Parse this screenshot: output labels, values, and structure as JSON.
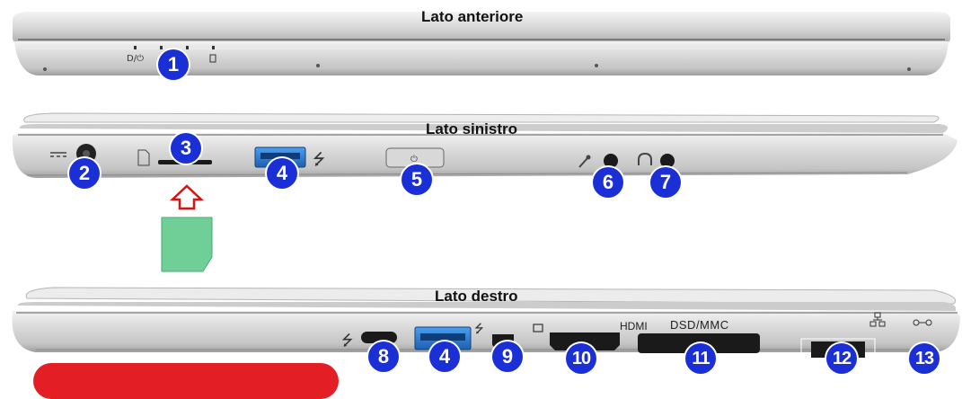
{
  "views": {
    "front": {
      "label": "Lato anteriore"
    },
    "left": {
      "label": "Lato sinistro"
    },
    "right": {
      "label": "Lato destro"
    }
  },
  "port_texts": {
    "hdmi": "HDMI",
    "card_reader": "DSD/MMC"
  },
  "callouts": {
    "c1": "1",
    "c2": "2",
    "c3": "3",
    "c4_left": "4",
    "c5": "5",
    "c6": "6",
    "c7": "7",
    "c8": "8",
    "c4_right": "4",
    "c9": "9",
    "c10": "10",
    "c11": "11",
    "c12": "12",
    "c13": "13"
  },
  "colors": {
    "callout": "#1b2fd6",
    "usb_blue": "#2f7fd8",
    "sim_card": "#6fcf97",
    "banner": "#e41e25",
    "chassis": "#c9c9c9"
  },
  "icons": [
    "dc-in-icon",
    "sim-icon",
    "usb-icon",
    "power-icon",
    "microphone-icon",
    "headphone-icon",
    "display-port-icon",
    "lan-icon",
    "lock-icon",
    "arrow-up-icon"
  ]
}
